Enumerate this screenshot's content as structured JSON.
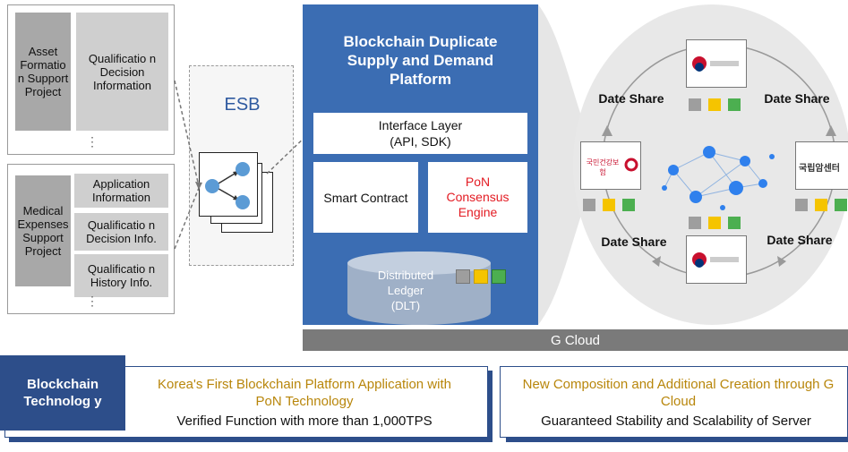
{
  "left_top": {
    "project": "Asset Formatio n Support Project",
    "items": [
      "Qualificatio n Decision Information"
    ],
    "ellipsis": "⋮"
  },
  "left_bottom": {
    "project": "Medical Expenses Support Project",
    "items": [
      "Application Information",
      "Qualificatio n Decision Info.",
      "Qualificatio n History Info."
    ],
    "ellipsis": "⋮"
  },
  "esb": {
    "label": "ESB"
  },
  "platform": {
    "title": "Blockchain Duplicate Supply and Demand Platform",
    "interface_layer": "Interface Layer (API, SDK)",
    "smart_contract": "Smart Contract",
    "pon_engine": "PoN Consensus Engine",
    "ledger": "Distributed Ledger (DLT)"
  },
  "cloud": {
    "label": "G Cloud"
  },
  "network": {
    "date_share": [
      "Date Share",
      "Date Share",
      "Date Share",
      "Date Share"
    ],
    "node_left_label": "국민건강보험",
    "node_right_label": "국립암센터"
  },
  "bottom": {
    "tag": "Blockchain Technolog y",
    "feature1": {
      "highlight": "Korea's First Blockchain Platform Application with PoN Technology",
      "detail": "Verified Function with more than 1,000TPS"
    },
    "feature2": {
      "highlight": "New Composition and Additional Creation through G Cloud",
      "detail": "Guaranteed Stability and Scalability of Server"
    }
  },
  "colors": {
    "panel_blue": "#3b6db3",
    "highlight_text": "#b8860b",
    "red_text": "#e31b23",
    "block_gray": "#9e9e9e",
    "block_yellow": "#f5c400",
    "block_green": "#4caf50",
    "cloud_bar": "#7a7a7a"
  }
}
